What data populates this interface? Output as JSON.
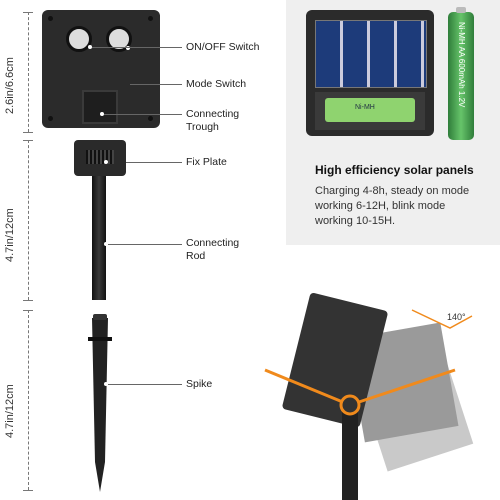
{
  "dimensions": {
    "top": "2.6in/6.6cm",
    "middle": "4.7in/12cm",
    "bottom": "4.7in/12cm"
  },
  "callouts": {
    "on_off": "ON/OFF Switch",
    "mode": "Mode Switch",
    "trough_line1": "Connecting",
    "trough_line2": "Trough",
    "fix_plate": "Fix Plate",
    "rod_line1": "Connecting",
    "rod_line2": "Rod",
    "spike": "Spike"
  },
  "panel": {
    "heading": "High efficiency solar panels",
    "description": "Charging 4-8h, steady on mode working 6-12H, blink mode working 10-15H.",
    "battery_text": "Ni-MH AA 600mAh 1.2V",
    "battery_small": "Ni-MH"
  },
  "angle": "140°",
  "colors": {
    "housing": "#2b2b2b",
    "solar_blue": "#1d3b7a",
    "battery_green": "#4caf50",
    "accent_orange": "#f08a1c",
    "panel_bg": "#efefef"
  }
}
